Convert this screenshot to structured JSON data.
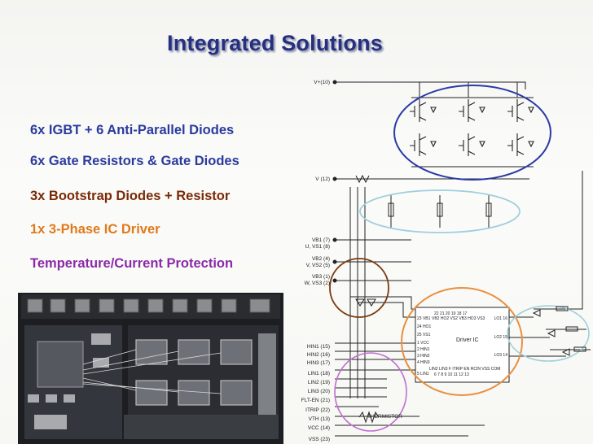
{
  "title": "Integrated Solutions",
  "bullets": [
    {
      "text": "6x IGBT + 6 Anti-Parallel Diodes",
      "color": "#2a3b9e"
    },
    {
      "text": "6x Gate Resistors & Gate Diodes",
      "color": "#2a3b9e"
    },
    {
      "text": "3x Bootstrap Diodes + Resistor",
      "color": "#7a2a08"
    },
    {
      "text": "1x 3-Phase IC Driver",
      "color": "#e07a1a"
    },
    {
      "text": "Temperature/Current Protection",
      "color": "#8a2aa8"
    }
  ],
  "pins_top": {
    "vplus": "V+(10)",
    "vminus": "V  (12)"
  },
  "pins_mid": {
    "vb1": "VB1 (7)",
    "u_vs1": "U, VS1 (8)",
    "vb2": "VB2 (4)",
    "v_vs2": "V, VS2 (5)",
    "vb3": "VB3 (1)",
    "w_vs3": "W, VS3 (2)"
  },
  "pins_bottom": [
    "HIN1 (15)",
    "HIN2 (16)",
    "HIN3 (17)",
    "LIN1 (18)",
    "LIN2 (19)",
    "LIN3 (20)",
    "FLT-EN (21)",
    "ITRIP (22)",
    "VTH (13)",
    "VCC (14)",
    "VSS (23)"
  ],
  "driver_ic": {
    "name": "Driver IC",
    "top_nums": "22   21   20   19   18   17",
    "top_pins": "VB2  HO2  VS2  VB3  HO3  VS3",
    "left_pins": [
      "23 VB1",
      "24 HO1",
      "25 VS1",
      "1 VCC",
      "2 HIN1",
      "3 HIN2",
      "4 HIN3",
      "5 LIN1"
    ],
    "right_pins": [
      "LO1 16",
      "LO2 15",
      "LO3 14"
    ],
    "bottom_pins": "LIN2 LIN3  F  ITRIP  EN   RCIN  VSS  COM",
    "bottom_nums": "6      7     8     9     10    11    12   13"
  },
  "thermistor": "THERMISTOR",
  "colors": {
    "title": "#263080",
    "ellipse_igbt": "#2b3aa6",
    "ellipse_gate": "#9fcfdc",
    "ellipse_boot": "#7a3a10",
    "ellipse_ic": "#e89040",
    "ellipse_therm": "#c070d0"
  }
}
